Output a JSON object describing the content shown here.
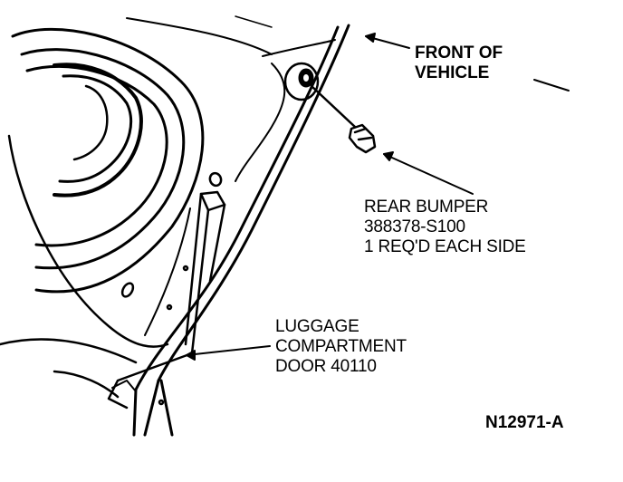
{
  "labels": {
    "front_of_vehicle": [
      "FRONT OF",
      "VEHICLE"
    ],
    "rear_bumper": [
      "REAR BUMPER",
      "388378-S100",
      "1 REQ'D EACH SIDE"
    ],
    "luggage_door": [
      "LUGGAGE",
      "COMPARTMENT",
      "DOOR 40110"
    ],
    "figure_id": "N12971-A"
  },
  "colors": {
    "ink": "#000000",
    "paper": "#ffffff"
  }
}
